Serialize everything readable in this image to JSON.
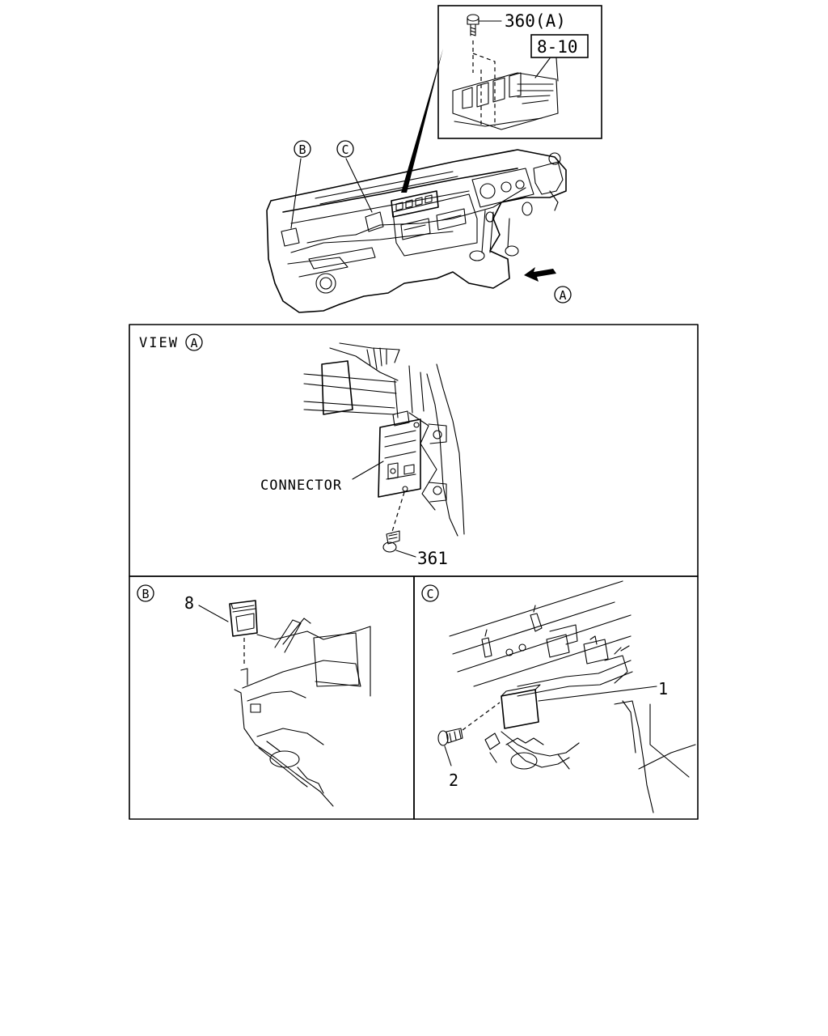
{
  "callouts": {
    "inset_part": "360(A)",
    "inset_ref": "8-10",
    "marker_a": "A",
    "marker_b": "B",
    "marker_c": "C"
  },
  "view_a": {
    "label": "VIEW",
    "marker": "A",
    "connector_label": "CONNECTOR",
    "part": "361"
  },
  "view_b": {
    "marker": "B",
    "part": "8"
  },
  "view_c": {
    "marker": "C",
    "part_1": "1",
    "part_2": "2"
  }
}
